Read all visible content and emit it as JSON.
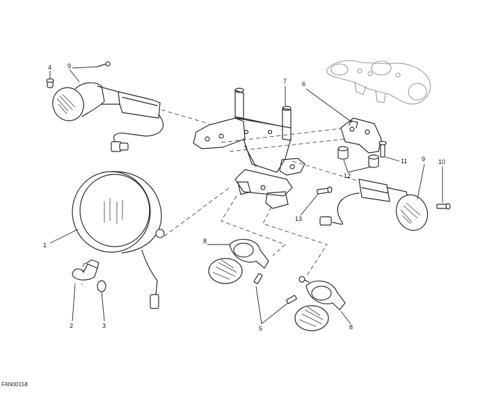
{
  "drawing_code": "FAN00158",
  "callouts": [
    "1",
    "2",
    "3",
    "4",
    "5",
    "6",
    "7",
    "8",
    "9",
    "10",
    "11",
    "12",
    "13"
  ]
}
